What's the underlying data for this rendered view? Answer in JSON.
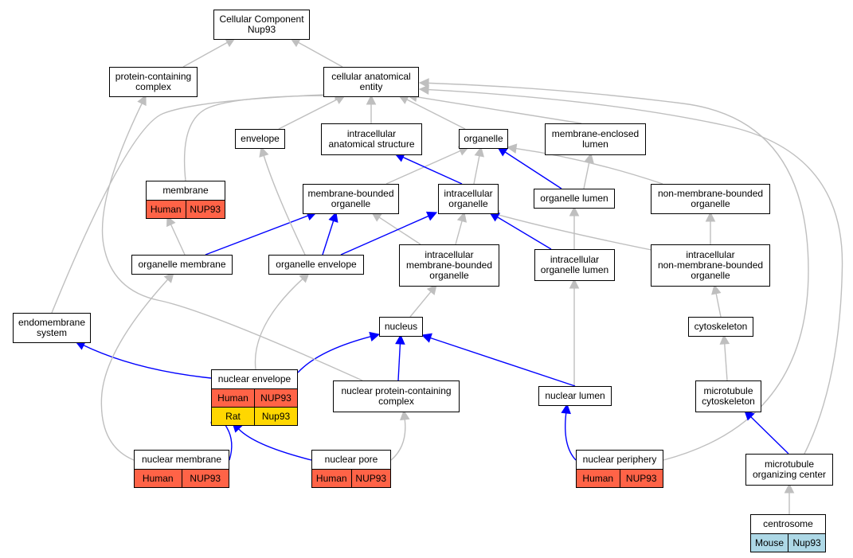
{
  "nodes": {
    "cc_root": {
      "label": "Cellular Component\nNup93"
    },
    "protein_complex": {
      "label": "protein-containing\ncomplex"
    },
    "cell_anat": {
      "label": "cellular anatomical\nentity"
    },
    "envelope": {
      "label": "envelope"
    },
    "ic_anat": {
      "label": "intracellular\nanatomical structure"
    },
    "organelle": {
      "label": "organelle"
    },
    "mem_encl_lumen": {
      "label": "membrane-enclosed\nlumen"
    },
    "membrane": {
      "label": "membrane",
      "annotations": [
        {
          "species": "Human",
          "gene": "NUP93"
        }
      ]
    },
    "mem_bounded_org": {
      "label": "membrane-bounded\norganelle"
    },
    "ic_organelle": {
      "label": "intracellular\norganelle"
    },
    "org_lumen": {
      "label": "organelle lumen"
    },
    "non_mem_bounded_org": {
      "label": "non-membrane-bounded\norganelle"
    },
    "org_membrane": {
      "label": "organelle membrane"
    },
    "org_envelope": {
      "label": "organelle envelope"
    },
    "ic_mem_bounded_org": {
      "label": "intracellular\nmembrane-bounded\norganelle"
    },
    "ic_org_lumen": {
      "label": "intracellular\norganelle lumen"
    },
    "ic_non_mem_bounded_org": {
      "label": "intracellular\nnon-membrane-bounded\norganelle"
    },
    "endomembrane": {
      "label": "endomembrane\nsystem"
    },
    "nucleus": {
      "label": "nucleus"
    },
    "cytoskeleton": {
      "label": "cytoskeleton"
    },
    "nuclear_envelope": {
      "label": "nuclear envelope",
      "annotations": [
        {
          "species": "Human",
          "gene": "NUP93"
        },
        {
          "species": "Rat",
          "gene": "Nup93"
        }
      ]
    },
    "nuclear_pcc": {
      "label": "nuclear protein-containing\ncomplex"
    },
    "nuclear_lumen": {
      "label": "nuclear lumen"
    },
    "mt_cytoskeleton": {
      "label": "microtubule\ncytoskeleton"
    },
    "nuclear_membrane": {
      "label": "nuclear membrane",
      "annotations": [
        {
          "species": "Human",
          "gene": "NUP93"
        }
      ]
    },
    "nuclear_pore": {
      "label": "nuclear pore",
      "annotations": [
        {
          "species": "Human",
          "gene": "NUP93"
        }
      ]
    },
    "nuclear_periphery": {
      "label": "nuclear periphery",
      "annotations": [
        {
          "species": "Human",
          "gene": "NUP93"
        }
      ]
    },
    "mtoc": {
      "label": "microtubule\norganizing center"
    },
    "centrosome": {
      "label": "centrosome",
      "annotations": [
        {
          "species": "Mouse",
          "gene": "Nup93"
        }
      ]
    }
  },
  "edges": [
    {
      "from": "protein_complex",
      "to": "cc_root",
      "relation": "is_a"
    },
    {
      "from": "cell_anat",
      "to": "cc_root",
      "relation": "is_a"
    },
    {
      "from": "envelope",
      "to": "cell_anat",
      "relation": "is_a"
    },
    {
      "from": "ic_anat",
      "to": "cell_anat",
      "relation": "is_a"
    },
    {
      "from": "organelle",
      "to": "cell_anat",
      "relation": "is_a"
    },
    {
      "from": "mem_encl_lumen",
      "to": "cell_anat",
      "relation": "is_a"
    },
    {
      "from": "membrane",
      "to": "cell_anat",
      "relation": "is_a"
    },
    {
      "from": "endomembrane",
      "to": "cell_anat",
      "relation": "is_a"
    },
    {
      "from": "nuclear_periphery",
      "to": "cell_anat",
      "relation": "is_a"
    },
    {
      "from": "mtoc",
      "to": "cell_anat",
      "relation": "is_a"
    },
    {
      "from": "mem_bounded_org",
      "to": "organelle",
      "relation": "is_a"
    },
    {
      "from": "ic_organelle",
      "to": "organelle",
      "relation": "is_a"
    },
    {
      "from": "non_mem_bounded_org",
      "to": "organelle",
      "relation": "is_a"
    },
    {
      "from": "ic_organelle",
      "to": "ic_anat",
      "relation": "part_of"
    },
    {
      "from": "org_lumen",
      "to": "organelle",
      "relation": "part_of"
    },
    {
      "from": "org_lumen",
      "to": "mem_encl_lumen",
      "relation": "is_a"
    },
    {
      "from": "non_mem_bounded_org",
      "to": "ic_organelle",
      "relation": "is_a"
    },
    {
      "from": "ic_mem_bounded_org",
      "to": "mem_bounded_org",
      "relation": "is_a"
    },
    {
      "from": "ic_mem_bounded_org",
      "to": "ic_organelle",
      "relation": "is_a"
    },
    {
      "from": "ic_org_lumen",
      "to": "org_lumen",
      "relation": "is_a"
    },
    {
      "from": "ic_org_lumen",
      "to": "ic_organelle",
      "relation": "part_of"
    },
    {
      "from": "ic_non_mem_bounded_org",
      "to": "non_mem_bounded_org",
      "relation": "is_a"
    },
    {
      "from": "org_membrane",
      "to": "membrane",
      "relation": "is_a"
    },
    {
      "from": "org_membrane",
      "to": "mem_bounded_org",
      "relation": "part_of"
    },
    {
      "from": "org_envelope",
      "to": "envelope",
      "relation": "is_a"
    },
    {
      "from": "org_envelope",
      "to": "mem_bounded_org",
      "relation": "part_of"
    },
    {
      "from": "org_envelope",
      "to": "ic_organelle",
      "relation": "part_of"
    },
    {
      "from": "nucleus",
      "to": "ic_mem_bounded_org",
      "relation": "is_a"
    },
    {
      "from": "cytoskeleton",
      "to": "ic_non_mem_bounded_org",
      "relation": "is_a"
    },
    {
      "from": "mt_cytoskeleton",
      "to": "cytoskeleton",
      "relation": "is_a"
    },
    {
      "from": "mtoc",
      "to": "mt_cytoskeleton",
      "relation": "part_of"
    },
    {
      "from": "centrosome",
      "to": "mtoc",
      "relation": "is_a"
    },
    {
      "from": "nuclear_envelope",
      "to": "org_envelope",
      "relation": "is_a"
    },
    {
      "from": "nuclear_envelope",
      "to": "endomembrane",
      "relation": "part_of"
    },
    {
      "from": "nuclear_envelope",
      "to": "nucleus",
      "relation": "part_of"
    },
    {
      "from": "nuclear_pcc",
      "to": "protein_complex",
      "relation": "is_a"
    },
    {
      "from": "nuclear_pcc",
      "to": "nucleus",
      "relation": "part_of"
    },
    {
      "from": "nuclear_lumen",
      "to": "ic_org_lumen",
      "relation": "is_a"
    },
    {
      "from": "nuclear_lumen",
      "to": "nucleus",
      "relation": "part_of"
    },
    {
      "from": "nuclear_membrane",
      "to": "org_membrane",
      "relation": "is_a"
    },
    {
      "from": "nuclear_membrane",
      "to": "nuclear_envelope",
      "relation": "part_of"
    },
    {
      "from": "nuclear_pore",
      "to": "nuclear_pcc",
      "relation": "is_a"
    },
    {
      "from": "nuclear_pore",
      "to": "nuclear_envelope",
      "relation": "part_of"
    },
    {
      "from": "nuclear_periphery",
      "to": "nuclear_lumen",
      "relation": "part_of"
    }
  ],
  "colors": {
    "is_a": "#bfbfbf",
    "part_of": "#0000ff",
    "Human": "#ff6347",
    "Rat": "#ffd700",
    "Mouse": "#add8e6"
  }
}
